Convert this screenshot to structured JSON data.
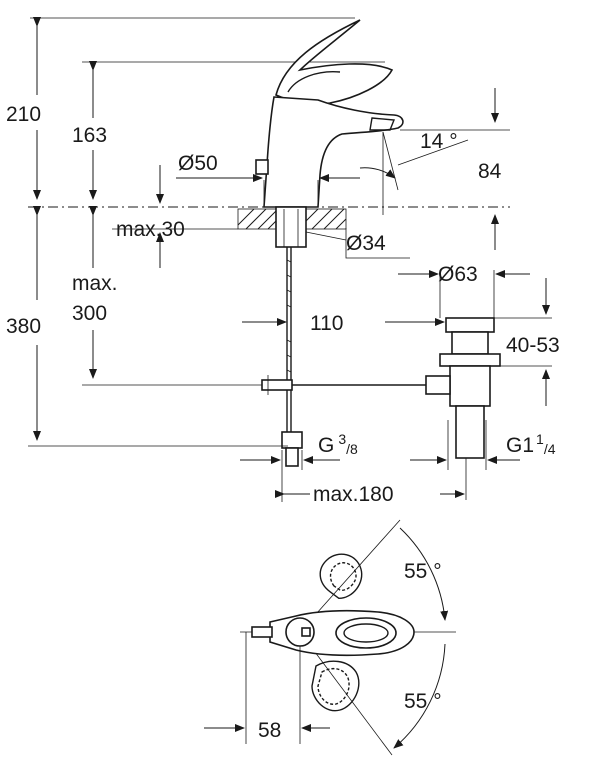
{
  "dimensions": {
    "total_height": "210",
    "spout_height": "163",
    "spout_angle": "14 °",
    "body_diameter": "Ø50",
    "aerator_height": "84",
    "max_deck_thickness": "max.30",
    "hole_diameter": "Ø34",
    "flex_hose_max_label": "max.",
    "flex_hose_max_value": "300",
    "below_deck_length": "380",
    "drain_diameter": "Ø63",
    "rod_offset": "110",
    "drain_length": "40-53",
    "supply_thread_prefix": "G",
    "supply_thread_sup": "3",
    "supply_thread_sub": "/8",
    "drain_thread_prefix": "G1",
    "drain_thread_sup": "1",
    "drain_thread_sub": "/4",
    "max_horizontal": "max.180",
    "lever_angle_top": "55 °",
    "lever_angle_bottom": "55 °",
    "pop_up_offset": "58"
  }
}
